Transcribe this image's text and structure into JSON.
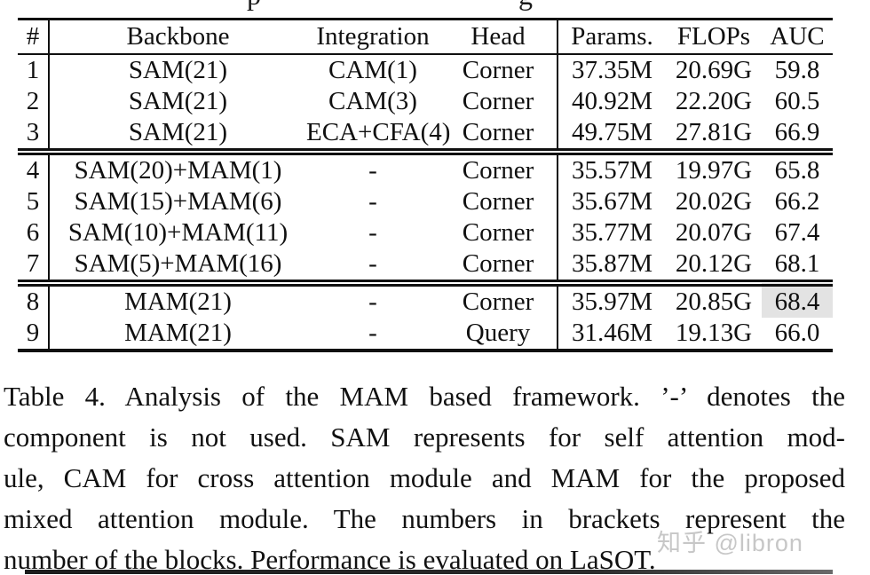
{
  "artifacts": {
    "top_fragment_1": "p",
    "top_fragment_2": "g"
  },
  "table": {
    "columns": [
      "#",
      "Backbone",
      "Integration",
      "Head",
      "Params.",
      "FLOPs",
      "AUC"
    ],
    "highlight_color": "#e3e3e3",
    "rows": [
      {
        "num": "1",
        "backbone": "SAM(21)",
        "integration": "CAM(1)",
        "head": "Corner",
        "params": "37.35M",
        "flops": "20.69G",
        "auc": "59.8"
      },
      {
        "num": "2",
        "backbone": "SAM(21)",
        "integration": "CAM(3)",
        "head": "Corner",
        "params": "40.92M",
        "flops": "22.20G",
        "auc": "60.5"
      },
      {
        "num": "3",
        "backbone": "SAM(21)",
        "integration": "ECA+CFA(4)",
        "head": "Corner",
        "params": "49.75M",
        "flops": "27.81G",
        "auc": "66.9"
      },
      {
        "num": "4",
        "backbone": "SAM(20)+MAM(1)",
        "integration": "-",
        "head": "Corner",
        "params": "35.57M",
        "flops": "19.97G",
        "auc": "65.8"
      },
      {
        "num": "5",
        "backbone": "SAM(15)+MAM(6)",
        "integration": "-",
        "head": "Corner",
        "params": "35.67M",
        "flops": "20.02G",
        "auc": "66.2"
      },
      {
        "num": "6",
        "backbone": "SAM(10)+MAM(11)",
        "integration": "-",
        "head": "Corner",
        "params": "35.77M",
        "flops": "20.07G",
        "auc": "67.4"
      },
      {
        "num": "7",
        "backbone": "SAM(5)+MAM(16)",
        "integration": "-",
        "head": "Corner",
        "params": "35.87M",
        "flops": "20.12G",
        "auc": "68.1"
      },
      {
        "num": "8",
        "backbone": "MAM(21)",
        "integration": "-",
        "head": "Corner",
        "params": "35.97M",
        "flops": "20.85G",
        "auc": "68.4"
      },
      {
        "num": "9",
        "backbone": "MAM(21)",
        "integration": "-",
        "head": "Query",
        "params": "31.46M",
        "flops": "19.13G",
        "auc": "66.0"
      }
    ]
  },
  "caption": {
    "lines": [
      "Table 4.  Analysis of the MAM based framework.  ’-’ denotes the",
      "component is not used.  SAM represents for self attention mod-",
      "ule, CAM for cross attention module and MAM for the proposed",
      "mixed attention module.  The numbers in brackets represent the",
      "number of the blocks. Performance is evaluated on LaSOT."
    ]
  },
  "watermark": {
    "text": "知乎 @libron",
    "color": "#c7c7c7"
  }
}
